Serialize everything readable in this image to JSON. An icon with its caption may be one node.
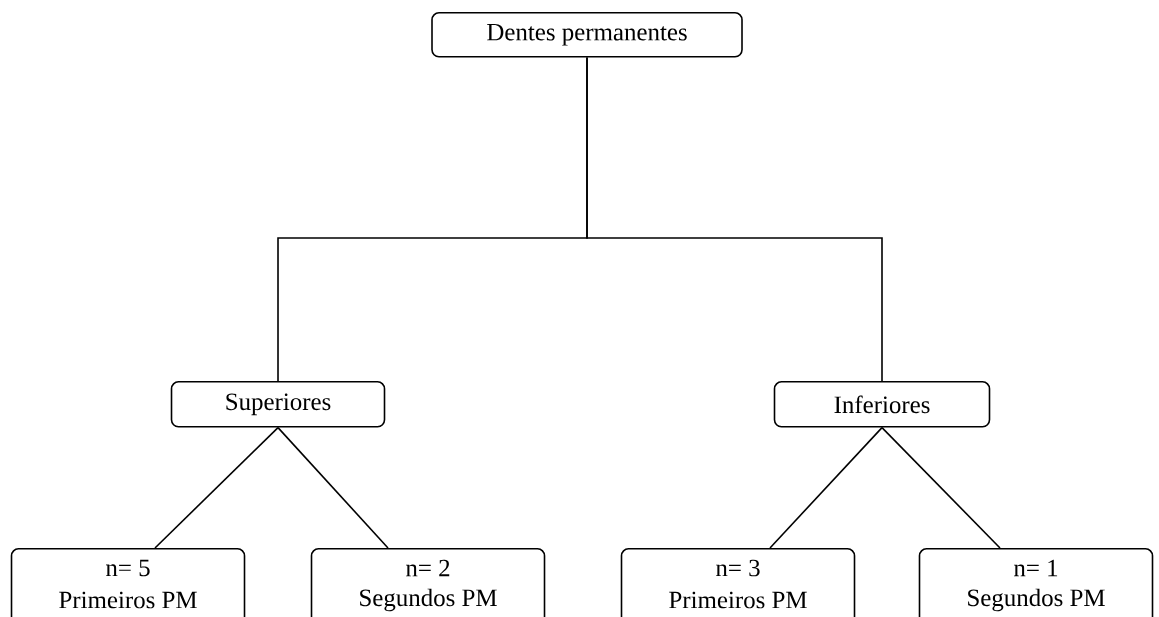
{
  "diagram": {
    "nodes": [
      {
        "text": [
          "Dentes permanentes"
        ]
      },
      {
        "text": [
          "Superiores"
        ]
      },
      {
        "text": [
          "Inferiores"
        ]
      },
      {
        "text": [
          "n= 5",
          "Primeiros PM"
        ]
      },
      {
        "text": [
          "n= 2",
          "Segundos PM"
        ]
      },
      {
        "text": [
          "n= 3",
          "Primeiros PM"
        ]
      },
      {
        "text": [
          "n= 1",
          "Segundos PM"
        ]
      }
    ],
    "edges": [
      {
        "from": 0,
        "to": 1,
        "arrow": "none"
      },
      {
        "from": 0,
        "to": 2,
        "arrow": "none"
      },
      {
        "from": 1,
        "to": 3,
        "arrow": "none"
      },
      {
        "from": 1,
        "to": 4,
        "arrow": "none"
      },
      {
        "from": 2,
        "to": 5,
        "arrow": "none"
      },
      {
        "from": 2,
        "to": 6,
        "arrow": "none"
      }
    ]
  }
}
